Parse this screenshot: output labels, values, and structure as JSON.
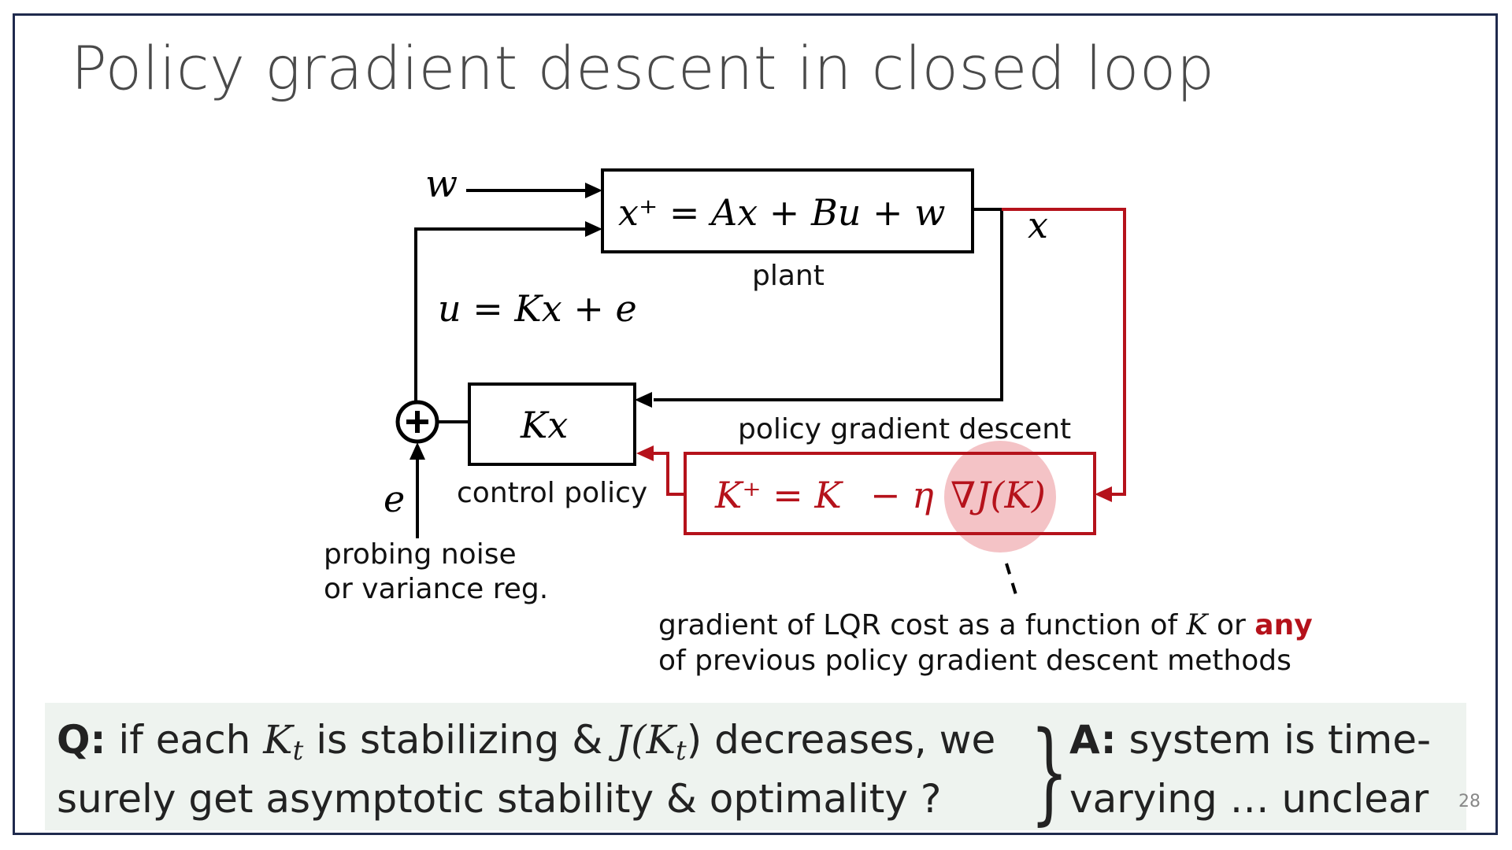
{
  "slide": {
    "title": "Policy gradient descent in closed loop",
    "page_number": "28"
  },
  "diagram": {
    "plant_eq": "x⁺ = Ax + Bu + w",
    "plant_label": "plant",
    "disturbance": "w",
    "state": "x",
    "input_eq": "u = Kx + e",
    "policy_eq": "Kx",
    "policy_label": "control policy",
    "noise_symbol": "e",
    "noise_label_line1": "probing noise",
    "noise_label_line2": "or variance reg.",
    "pgd_label": "policy gradient descent",
    "pgd_eq_part1": "K⁺ = K",
    "pgd_eq_part2": "− η",
    "pgd_eq_part3": "∇J(K)",
    "grad_note_line1_prefix": "gradient of LQR cost as a function of",
    "grad_note_K": "K",
    "grad_note_or": "or",
    "grad_note_any": "any",
    "grad_note_line2": "of previous policy gradient descent methods"
  },
  "qa": {
    "q_label": "Q:",
    "q_line1_a": "if each",
    "q_line1_K": "K",
    "q_line1_t": "t",
    "q_line1_b": "is stabilizing &",
    "q_line1_J": "J(K",
    "q_line1_t2": "t",
    "q_line1_c": ") decreases, we",
    "q_line2": "surely get asymptotic stability & optimality ?",
    "a_label": "A:",
    "a_line1": " system is time-",
    "a_line2": "varying … unclear"
  },
  "colors": {
    "accent_red": "#b5121b",
    "highlight_pink": "#f2b8bc",
    "panel_bg": "#eef3ef",
    "border_navy": "#1f2a4d"
  }
}
